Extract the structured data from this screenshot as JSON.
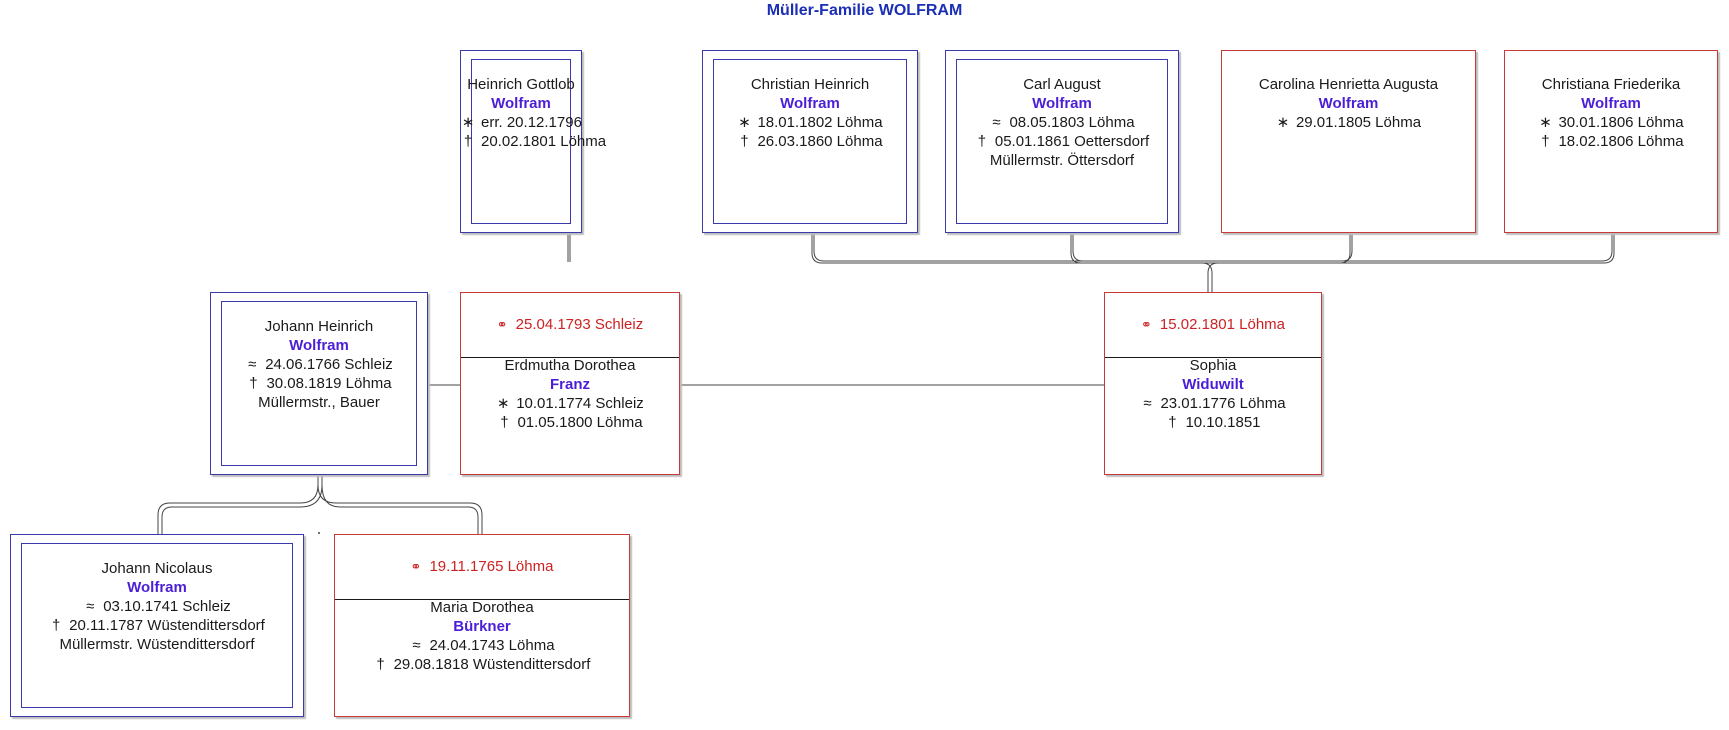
{
  "title": "Müller-Familie WOLFRAM",
  "colors": {
    "title": "#1a2fb5",
    "surname": "#4b1fd6",
    "marriage": "#cc2222",
    "male_border": "#3a3aa8",
    "female_border": "#c83a3a",
    "line": "#444444"
  },
  "persons": {
    "heinrich_gottlob": {
      "given": "Heinrich Gottlob",
      "surname": "Wolfram",
      "lines": [
        {
          "sym": "∗",
          "text": "err. 20.12.1796"
        },
        {
          "sym": "†",
          "text": "20.02.1801 Löhma"
        }
      ]
    },
    "christian_heinrich": {
      "given": "Christian Heinrich",
      "surname": "Wolfram",
      "lines": [
        {
          "sym": "∗",
          "text": "18.01.1802 Löhma"
        },
        {
          "sym": "†",
          "text": "26.03.1860 Löhma"
        }
      ]
    },
    "carl_august": {
      "given": "Carl August",
      "surname": "Wolfram",
      "lines": [
        {
          "sym": "≈",
          "text": "08.05.1803 Löhma"
        },
        {
          "sym": "†",
          "text": "05.01.1861 Oettersdorf"
        },
        {
          "sym": "",
          "text": "Müllermstr. Öttersdorf"
        }
      ]
    },
    "carolina": {
      "given": "Carolina Henrietta Augusta",
      "surname": "Wolfram",
      "lines": [
        {
          "sym": "∗",
          "text": "29.01.1805 Löhma"
        }
      ]
    },
    "christiana": {
      "given": "Christiana Friederika",
      "surname": "Wolfram",
      "lines": [
        {
          "sym": "∗",
          "text": "30.01.1806 Löhma"
        },
        {
          "sym": "†",
          "text": "18.02.1806 Löhma"
        }
      ]
    },
    "johann_heinrich": {
      "given": "Johann Heinrich",
      "surname": "Wolfram",
      "lines": [
        {
          "sym": "≈",
          "text": "24.06.1766 Schleiz"
        },
        {
          "sym": "†",
          "text": "30.08.1819 Löhma"
        },
        {
          "sym": "",
          "text": "Müllermstr., Bauer"
        }
      ]
    },
    "erdmutha": {
      "marriage": "25.04.1793 Schleiz",
      "given": "Erdmutha Dorothea",
      "surname": "Franz",
      "lines": [
        {
          "sym": "∗",
          "text": "10.01.1774 Schleiz"
        },
        {
          "sym": "†",
          "text": "01.05.1800 Löhma"
        }
      ]
    },
    "sophia": {
      "marriage": "15.02.1801 Löhma",
      "given": "Sophia",
      "surname": "Widuwilt",
      "lines": [
        {
          "sym": "≈",
          "text": "23.01.1776 Löhma"
        },
        {
          "sym": "†",
          "text": "10.10.1851"
        }
      ]
    },
    "johann_nicolaus": {
      "given": "Johann Nicolaus",
      "surname": "Wolfram",
      "lines": [
        {
          "sym": "≈",
          "text": "03.10.1741 Schleiz"
        },
        {
          "sym": "†",
          "text": "20.11.1787 Wüstendittersdorf"
        },
        {
          "sym": "",
          "text": "Müllermstr. Wüstendittersdorf"
        }
      ]
    },
    "maria_dorothea": {
      "marriage": "19.11.1765 Löhma",
      "given": "Maria Dorothea",
      "surname": "Bürkner",
      "lines": [
        {
          "sym": "≈",
          "text": "24.04.1743 Löhma"
        },
        {
          "sym": "†",
          "text": "29.08.1818 Wüstendittersdorf"
        }
      ]
    }
  }
}
